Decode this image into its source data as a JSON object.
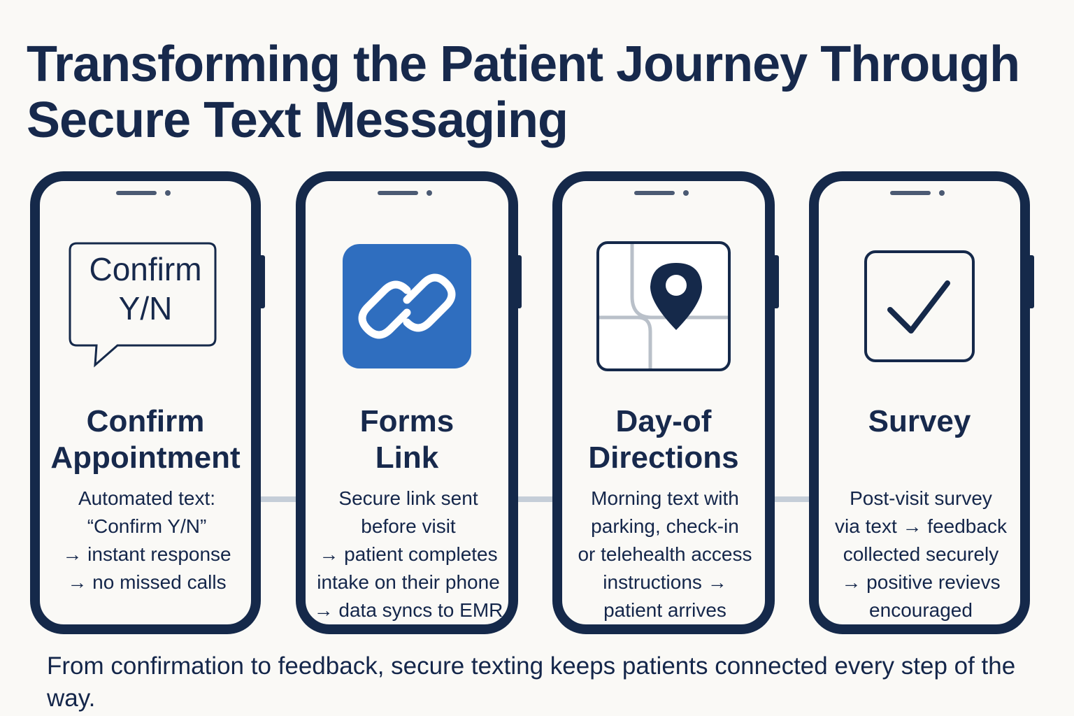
{
  "title": "Transforming the Patient Journey Through Secure Text Messaging",
  "cards": [
    {
      "icon": "speech-bubble-icon",
      "icon_text": "Confirm\nY/N",
      "title": "Confirm\nAppointment",
      "body": "Automated text:\n“Confirm Y/N”\n→ instant response\n→ no missed calls"
    },
    {
      "icon": "link-icon",
      "title": "Forms\nLink",
      "body": "Secure link sent\nbefore visit\n→ patient completes\nintake on their phone\n→ data syncs to EMR"
    },
    {
      "icon": "map-pin-icon",
      "title": "Day-of\nDirections",
      "body": "Morning text with\nparking, check-in\nor telehealth access\ninstructions →\npatient arrives"
    },
    {
      "icon": "checkbox-icon",
      "title": "Survey",
      "body": "Post-visit survey\nvia text → feedback\ncollected securely\n→ positive revievs\nencouraged"
    }
  ],
  "caption": "From confirmation to feedback, secure texting keeps patients connected every step of the way.",
  "colors": {
    "navy": "#15294a",
    "accent": "#2f6ebf",
    "connector": "#c5ced8",
    "background": "#faf9f6"
  }
}
